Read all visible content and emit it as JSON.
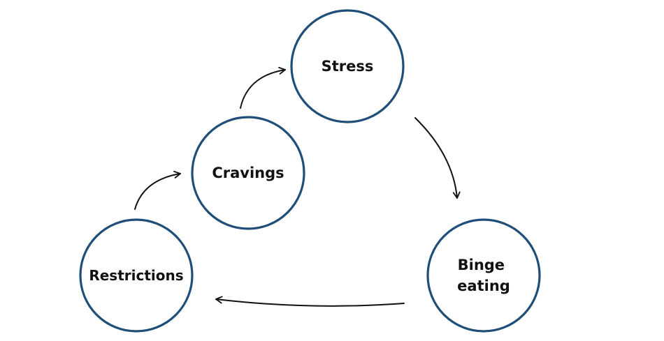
{
  "diagram": {
    "nodes": [
      {
        "id": "stress",
        "lines": [
          "Stress"
        ]
      },
      {
        "id": "binge-eating",
        "lines": [
          "Binge",
          "eating"
        ]
      },
      {
        "id": "restrictions",
        "lines": [
          "Restrictions"
        ]
      },
      {
        "id": "cravings",
        "lines": [
          "Cravings"
        ]
      }
    ],
    "edges": [
      {
        "from": "stress",
        "to": "binge-eating"
      },
      {
        "from": "binge-eating",
        "to": "restrictions"
      },
      {
        "from": "restrictions",
        "to": "cravings"
      },
      {
        "from": "cravings",
        "to": "stress"
      }
    ],
    "colors": {
      "node_stroke": "#1f4e79",
      "arrow": "#111111",
      "label": "#111111"
    }
  }
}
